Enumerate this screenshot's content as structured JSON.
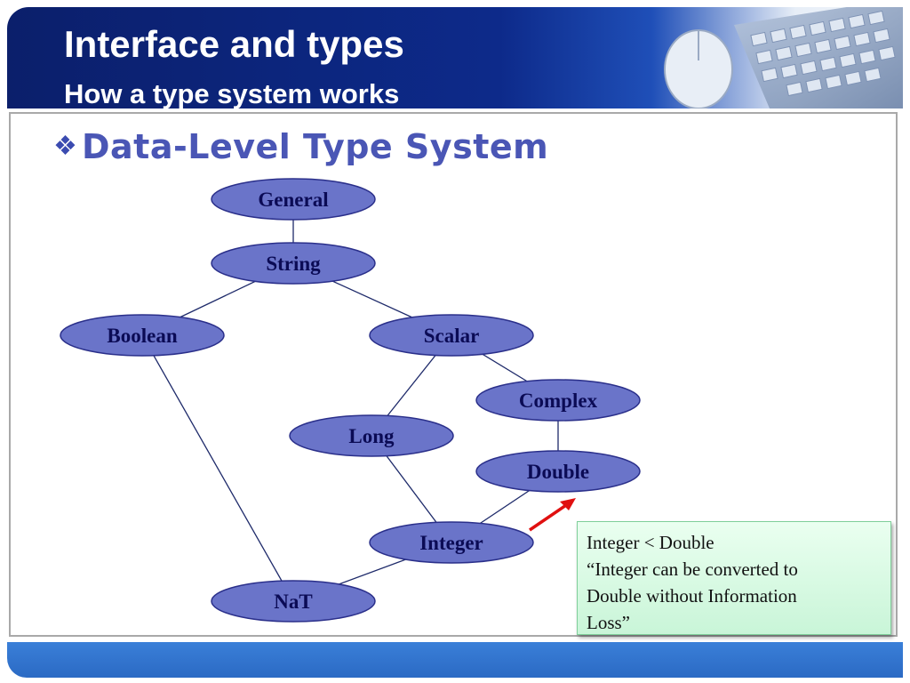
{
  "slide": {
    "title": "Interface and types",
    "subtitle": "How a type system works",
    "heading": "Data-Level Type System",
    "bullet_icon": "diamond-bullet-icon"
  },
  "diagram": {
    "nodes": [
      {
        "id": "general",
        "label": "General"
      },
      {
        "id": "string",
        "label": "String"
      },
      {
        "id": "boolean",
        "label": "Boolean"
      },
      {
        "id": "scalar",
        "label": "Scalar"
      },
      {
        "id": "complex",
        "label": "Complex"
      },
      {
        "id": "long",
        "label": "Long"
      },
      {
        "id": "double",
        "label": "Double"
      },
      {
        "id": "integer",
        "label": "Integer"
      },
      {
        "id": "nat",
        "label": "NaT"
      }
    ],
    "edges": [
      [
        "general",
        "string"
      ],
      [
        "string",
        "boolean"
      ],
      [
        "string",
        "scalar"
      ],
      [
        "scalar",
        "long"
      ],
      [
        "scalar",
        "complex"
      ],
      [
        "complex",
        "double"
      ],
      [
        "long",
        "integer"
      ],
      [
        "double",
        "integer"
      ],
      [
        "boolean",
        "nat"
      ],
      [
        "integer",
        "nat"
      ]
    ],
    "node_fill": "#6a74c9",
    "node_stroke": "#2a2f8a",
    "edge_color": "#1e2a6a",
    "highlight_arrow_color": "#e01010"
  },
  "note": {
    "lines": [
      "Integer < Double",
      "“Integer can be converted to",
      "Double without Information",
      "Loss”"
    ]
  },
  "colors": {
    "header_navy": "#0b1f6b",
    "footer_blue": "#2f73cf",
    "heading_color": "#4a56b5"
  }
}
